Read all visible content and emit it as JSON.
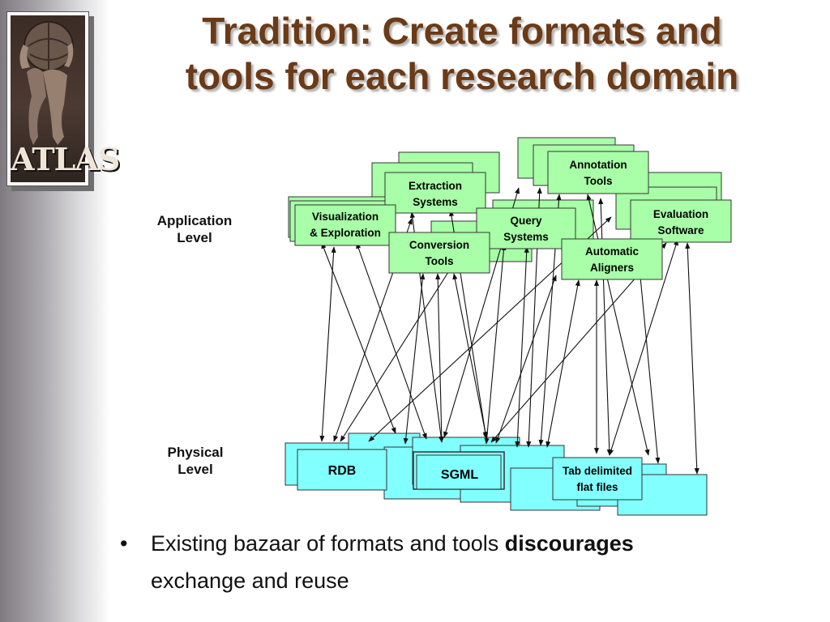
{
  "logo": {
    "text": "ATLAS"
  },
  "title": {
    "line1": "Tradition: Create formats and",
    "line2": "tools for each research domain"
  },
  "levels": {
    "application": {
      "line1": "Application",
      "line2": "Level"
    },
    "physical": {
      "line1": "Physical",
      "line2": "Level"
    }
  },
  "diagram": {
    "app_tools": [
      {
        "id": "extraction",
        "line1": "Extraction",
        "line2": "Systems"
      },
      {
        "id": "annotation",
        "line1": "Annotation",
        "line2": "Tools"
      },
      {
        "id": "visualization",
        "line1": "Visualization",
        "line2": "& Exploration"
      },
      {
        "id": "query",
        "line1": "Query",
        "line2": "Systems"
      },
      {
        "id": "conversion",
        "line1": "Conversion",
        "line2": "Tools"
      },
      {
        "id": "evaluation",
        "line1": "Evaluation",
        "line2": "Software"
      },
      {
        "id": "aligners",
        "line1": "Automatic",
        "line2": "Aligners"
      }
    ],
    "formats": [
      {
        "id": "rdb",
        "line1": "RDB",
        "line2": ""
      },
      {
        "id": "sgml",
        "line1": "SGML",
        "line2": ""
      },
      {
        "id": "tab",
        "line1": "Tab delimited",
        "line2": "flat files"
      }
    ],
    "colors": {
      "app_fill": "#a8ffa8",
      "format_fill": "#82ffff",
      "stroke": "#333333"
    }
  },
  "bullet": {
    "text_before": "Existing bazaar of formats and tools ",
    "emphasis": "discourages",
    "text_after": "exchange and reuse"
  }
}
